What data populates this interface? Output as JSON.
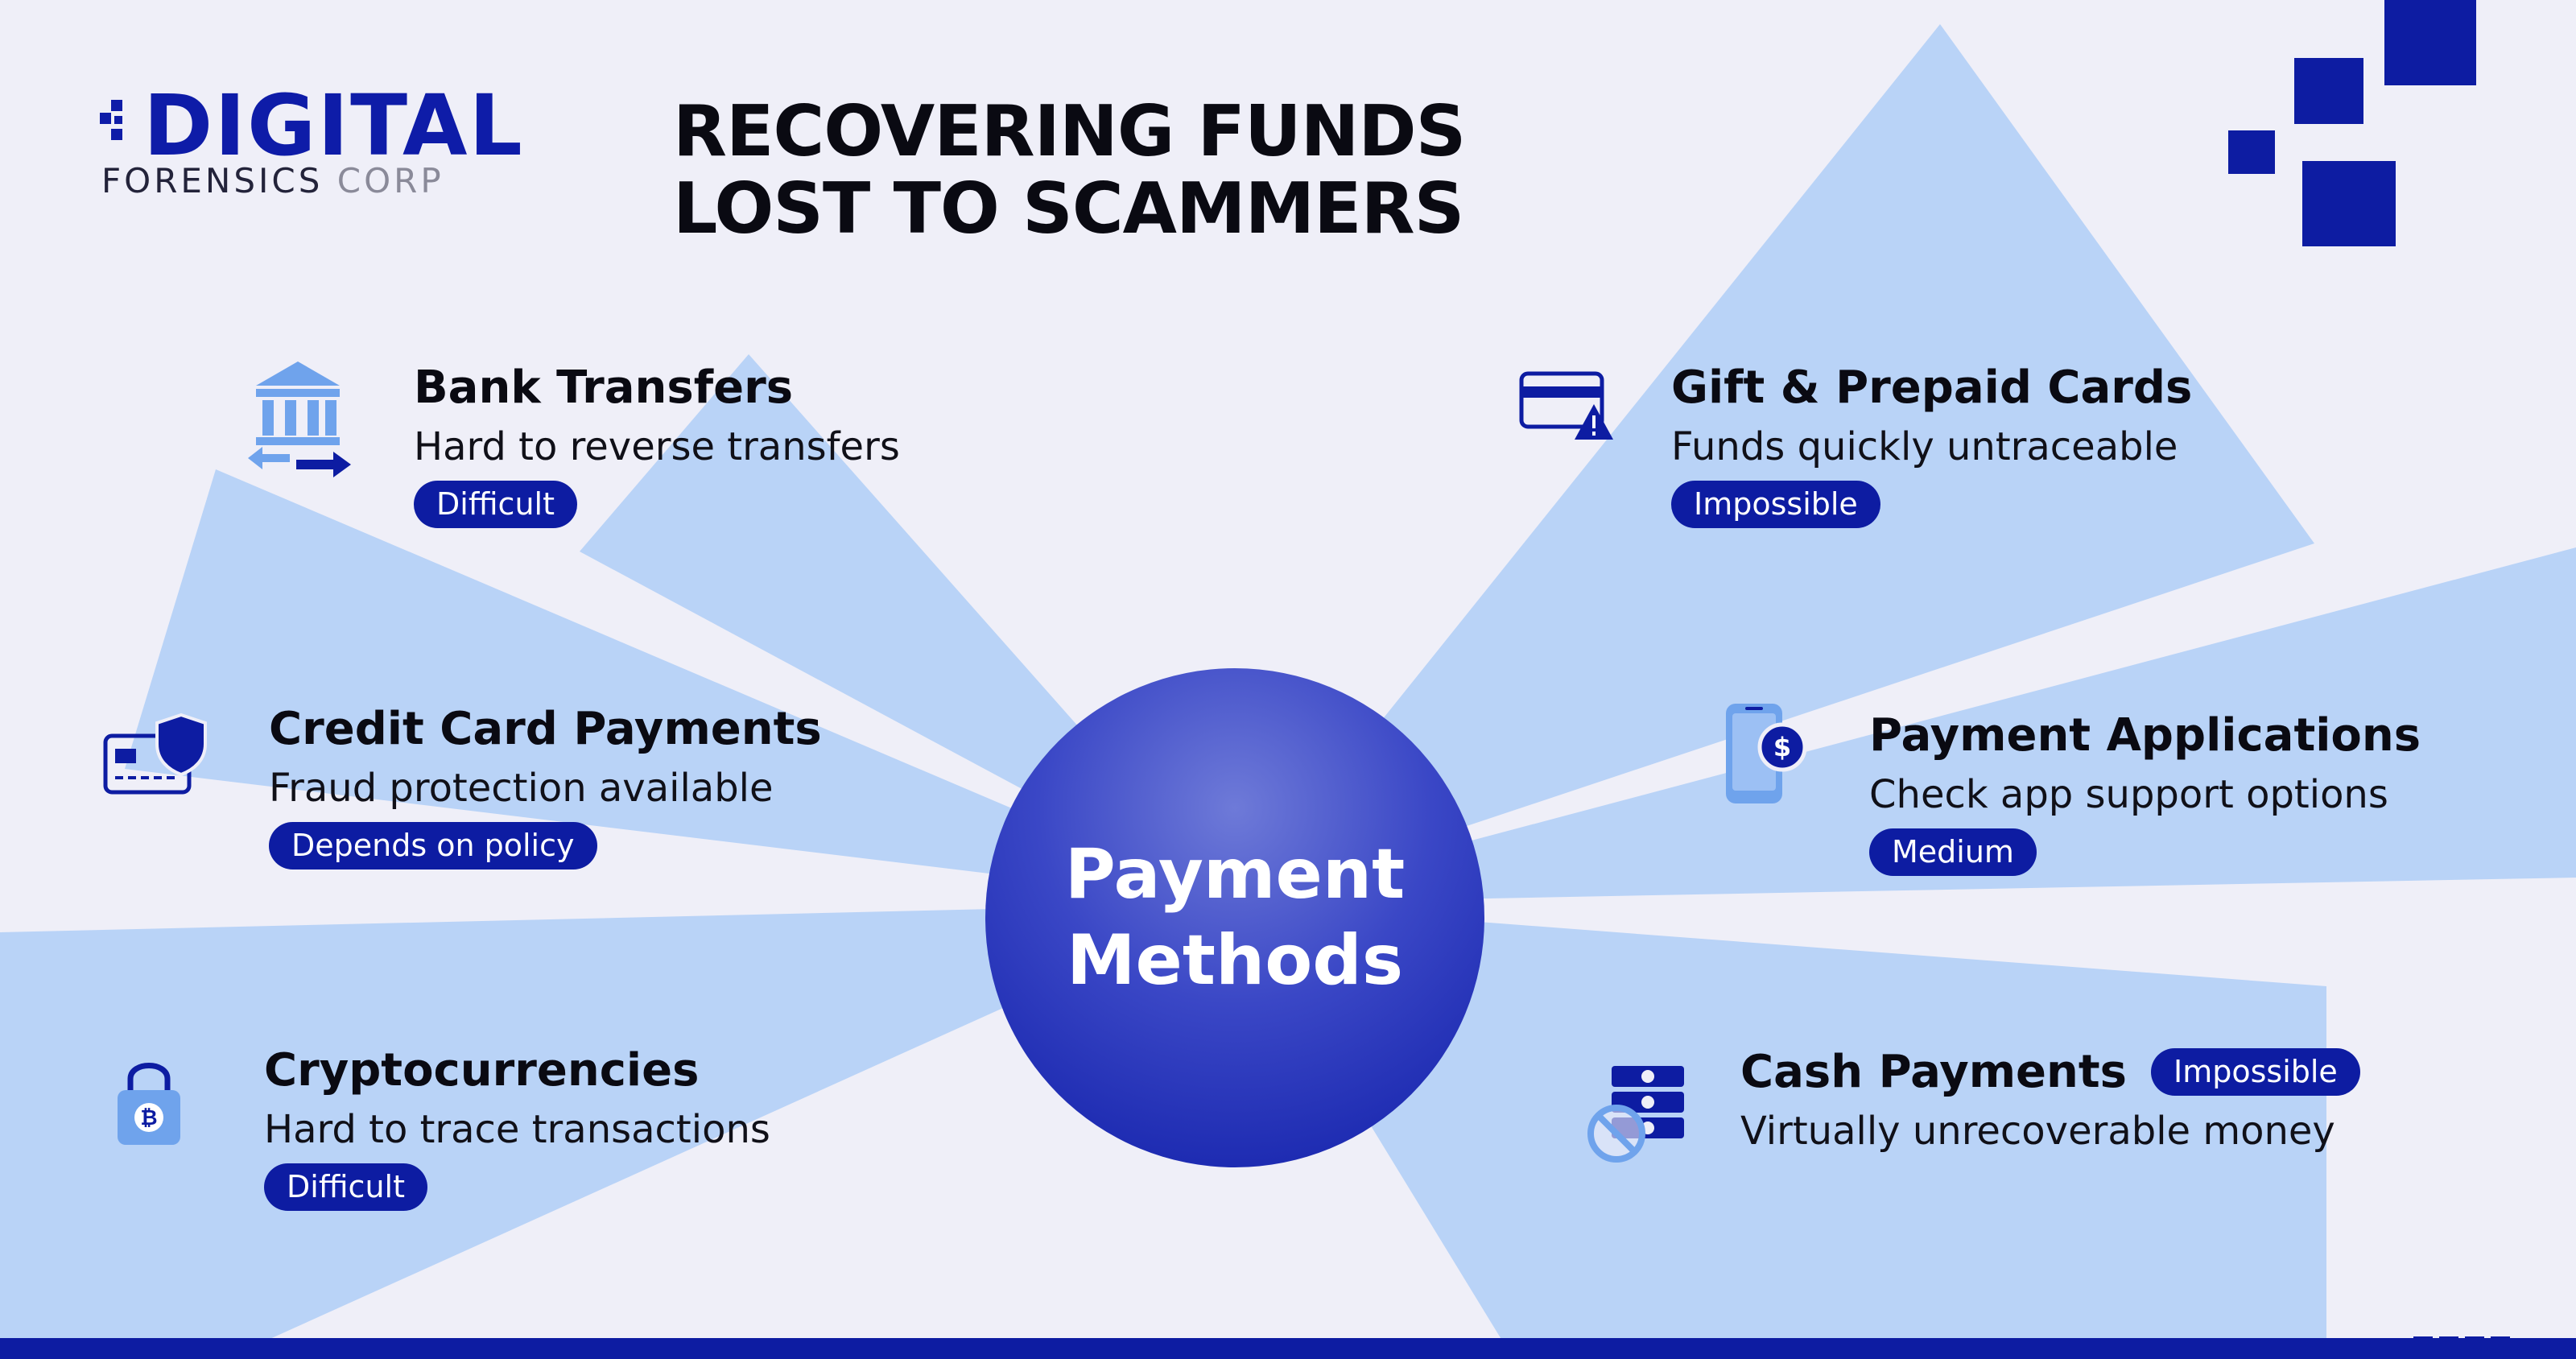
{
  "brand": {
    "logo_main": "DIGITAL",
    "logo_sub_1": "FORENSICS",
    "logo_sub_2": "CORP",
    "primary_color": "#0d1ca2",
    "ray_color": "#b9d3f7",
    "background_color": "#efeff8"
  },
  "title": {
    "line1": "RECOVERING FUNDS",
    "line2": "LOST TO SCAMMERS"
  },
  "center": {
    "line1": "Payment",
    "line2": "Methods"
  },
  "methods": [
    {
      "icon": "bank-transfer-icon",
      "name": "Bank Transfers",
      "description": "Hard to reverse transfers",
      "recoverability": "Difficult"
    },
    {
      "icon": "credit-card-shield-icon",
      "name": "Credit Card Payments",
      "description": "Fraud protection available",
      "recoverability": "Depends on policy"
    },
    {
      "icon": "bitcoin-lock-icon",
      "name": "Cryptocurrencies",
      "description": "Hard to trace transactions",
      "recoverability": "Difficult"
    },
    {
      "icon": "card-warning-icon",
      "name": "Gift & Prepaid Cards",
      "description": "Funds quickly untraceable",
      "recoverability": "Impossible"
    },
    {
      "icon": "phone-dollar-icon",
      "name": "Payment Applications",
      "description": "Check app support options",
      "recoverability": "Medium"
    },
    {
      "icon": "no-cash-icon",
      "name": "Cash Payments",
      "description": "Virtually unrecoverable money",
      "recoverability": "Impossible"
    }
  ]
}
